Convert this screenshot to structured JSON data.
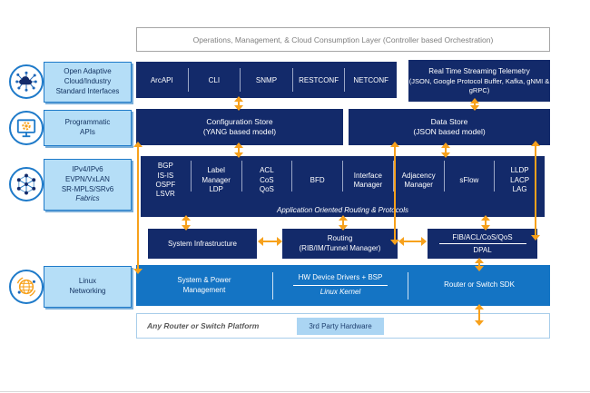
{
  "colors": {
    "navy": "#132a6a",
    "blue": "#1474c4",
    "orange": "#f7a11c",
    "sidebar_fill": "#b5def7",
    "sidebar_border": "#1e7ac9",
    "badge_fill": "#abd5f3",
    "banner_text": "#7f7f7f"
  },
  "top_banner": {
    "label": "Operations, Management, & Cloud Consumption Layer (Controller based Orchestration)"
  },
  "sidebar": {
    "items": [
      {
        "icon": "cloud-network-icon",
        "label": "Open Adaptive\nCloud/Industry\nStandard Interfaces"
      },
      {
        "icon": "monitor-gear-icon",
        "label": "Programmatic\nAPIs"
      },
      {
        "icon": "mesh-network-icon",
        "label": "IPv4/IPv6\nEVPN/VxLAN\nSR-MPLS/SRv6",
        "sublabel": "Fabrics"
      },
      {
        "icon": "globe-icon",
        "label": "Linux\nNetworking"
      }
    ]
  },
  "interface_row": {
    "items": [
      "ArcAPI",
      "CLI",
      "SNMP",
      "RESTCONF",
      "NETCONF"
    ]
  },
  "telemetry": {
    "title": "Real Time Streaming Telemetry",
    "subtitle": "(JSON, Google Protocol Buffer, Kafka, gNMI & gRPC)"
  },
  "stores": {
    "config": {
      "title": "Configuration Store",
      "subtitle": "(YANG based model)"
    },
    "data": {
      "title": "Data Store",
      "subtitle": "(JSON based model)"
    }
  },
  "protocols": {
    "columns": [
      "BGP\nIS-IS\nOSPF\nLSVR",
      "Label\nManager\nLDP",
      "ACL\nCoS\nQoS",
      "BFD",
      "Interface\nManager",
      "Adjacency\nManager",
      "sFlow",
      "LLDP\nLACP\nLAG"
    ],
    "caption": "Application Oriented Routing & Protocols"
  },
  "infra": {
    "system": "System Infrastructure",
    "routing_title": "Routing",
    "routing_subtitle": "(RIB/IM/Tunnel Manager)",
    "fib": "FIB/ACL/CoS/QoS",
    "dpal": "DPAL"
  },
  "kernel": {
    "power": "System & Power\nManagement",
    "drivers": "HW Device Drivers + BSP",
    "caption": "Linux Kernel",
    "sdk": "Router or Switch SDK"
  },
  "platform": {
    "label": "Any Router or Switch Platform",
    "badge": "3rd Party Hardware"
  }
}
